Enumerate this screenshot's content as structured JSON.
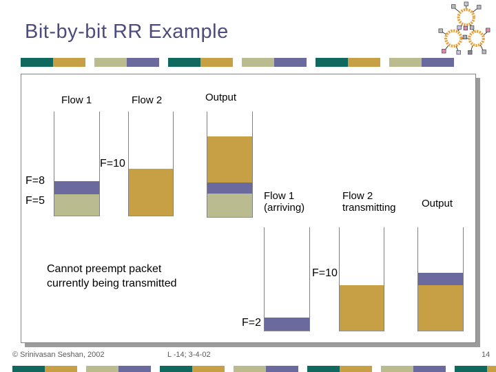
{
  "slide": {
    "title": "Bit-by-bit RR Example",
    "footer_left": "© Srinivasan Seshan, 2002",
    "footer_center": "L -14; 3-4-02",
    "page_number": "14"
  },
  "colors": {
    "teal": "#10685F",
    "gold": "#C79F44",
    "olive": "#BABC90",
    "purple": "#6A6A9E",
    "title_text": "#4C4C7C",
    "footer_text": "#5A5A5A",
    "column_wall": "#7F7F7F"
  },
  "decorative_bar_pattern": [
    "teal",
    "gold",
    "olive",
    "purple"
  ],
  "diagram": {
    "before": {
      "columns": [
        {
          "label": "Flow 1",
          "segments": [
            {
              "color": "purple",
              "h": 19
            },
            {
              "color": "olive",
              "h": 31
            }
          ]
        },
        {
          "label": "Flow 2",
          "segments": [
            {
              "color": "gold",
              "h": 68
            }
          ]
        },
        {
          "label": "Output",
          "segments": [
            {
              "color": "gold",
              "h": 67
            },
            {
              "color": "purple",
              "h": 16
            },
            {
              "color": "olive",
              "h": 34
            }
          ]
        }
      ],
      "annotations": {
        "f8": "F=8",
        "f5": "F=5",
        "f10": "F=10"
      }
    },
    "after": {
      "columns": [
        {
          "label": "Flow 1\n(arriving)",
          "segments": [
            {
              "color": "purple",
              "h": 19
            }
          ]
        },
        {
          "label": "Flow 2\ntransmitting",
          "segments": [
            {
              "color": "gold",
              "h": 66
            }
          ]
        },
        {
          "label": "Output",
          "segments": [
            {
              "color": "purple",
              "h": 18
            },
            {
              "color": "gold",
              "h": 66
            }
          ]
        }
      ],
      "annotations": {
        "f10": "F=10",
        "f2": "F=2"
      }
    },
    "note": "Cannot preempt packet\ncurrently being transmitted"
  }
}
